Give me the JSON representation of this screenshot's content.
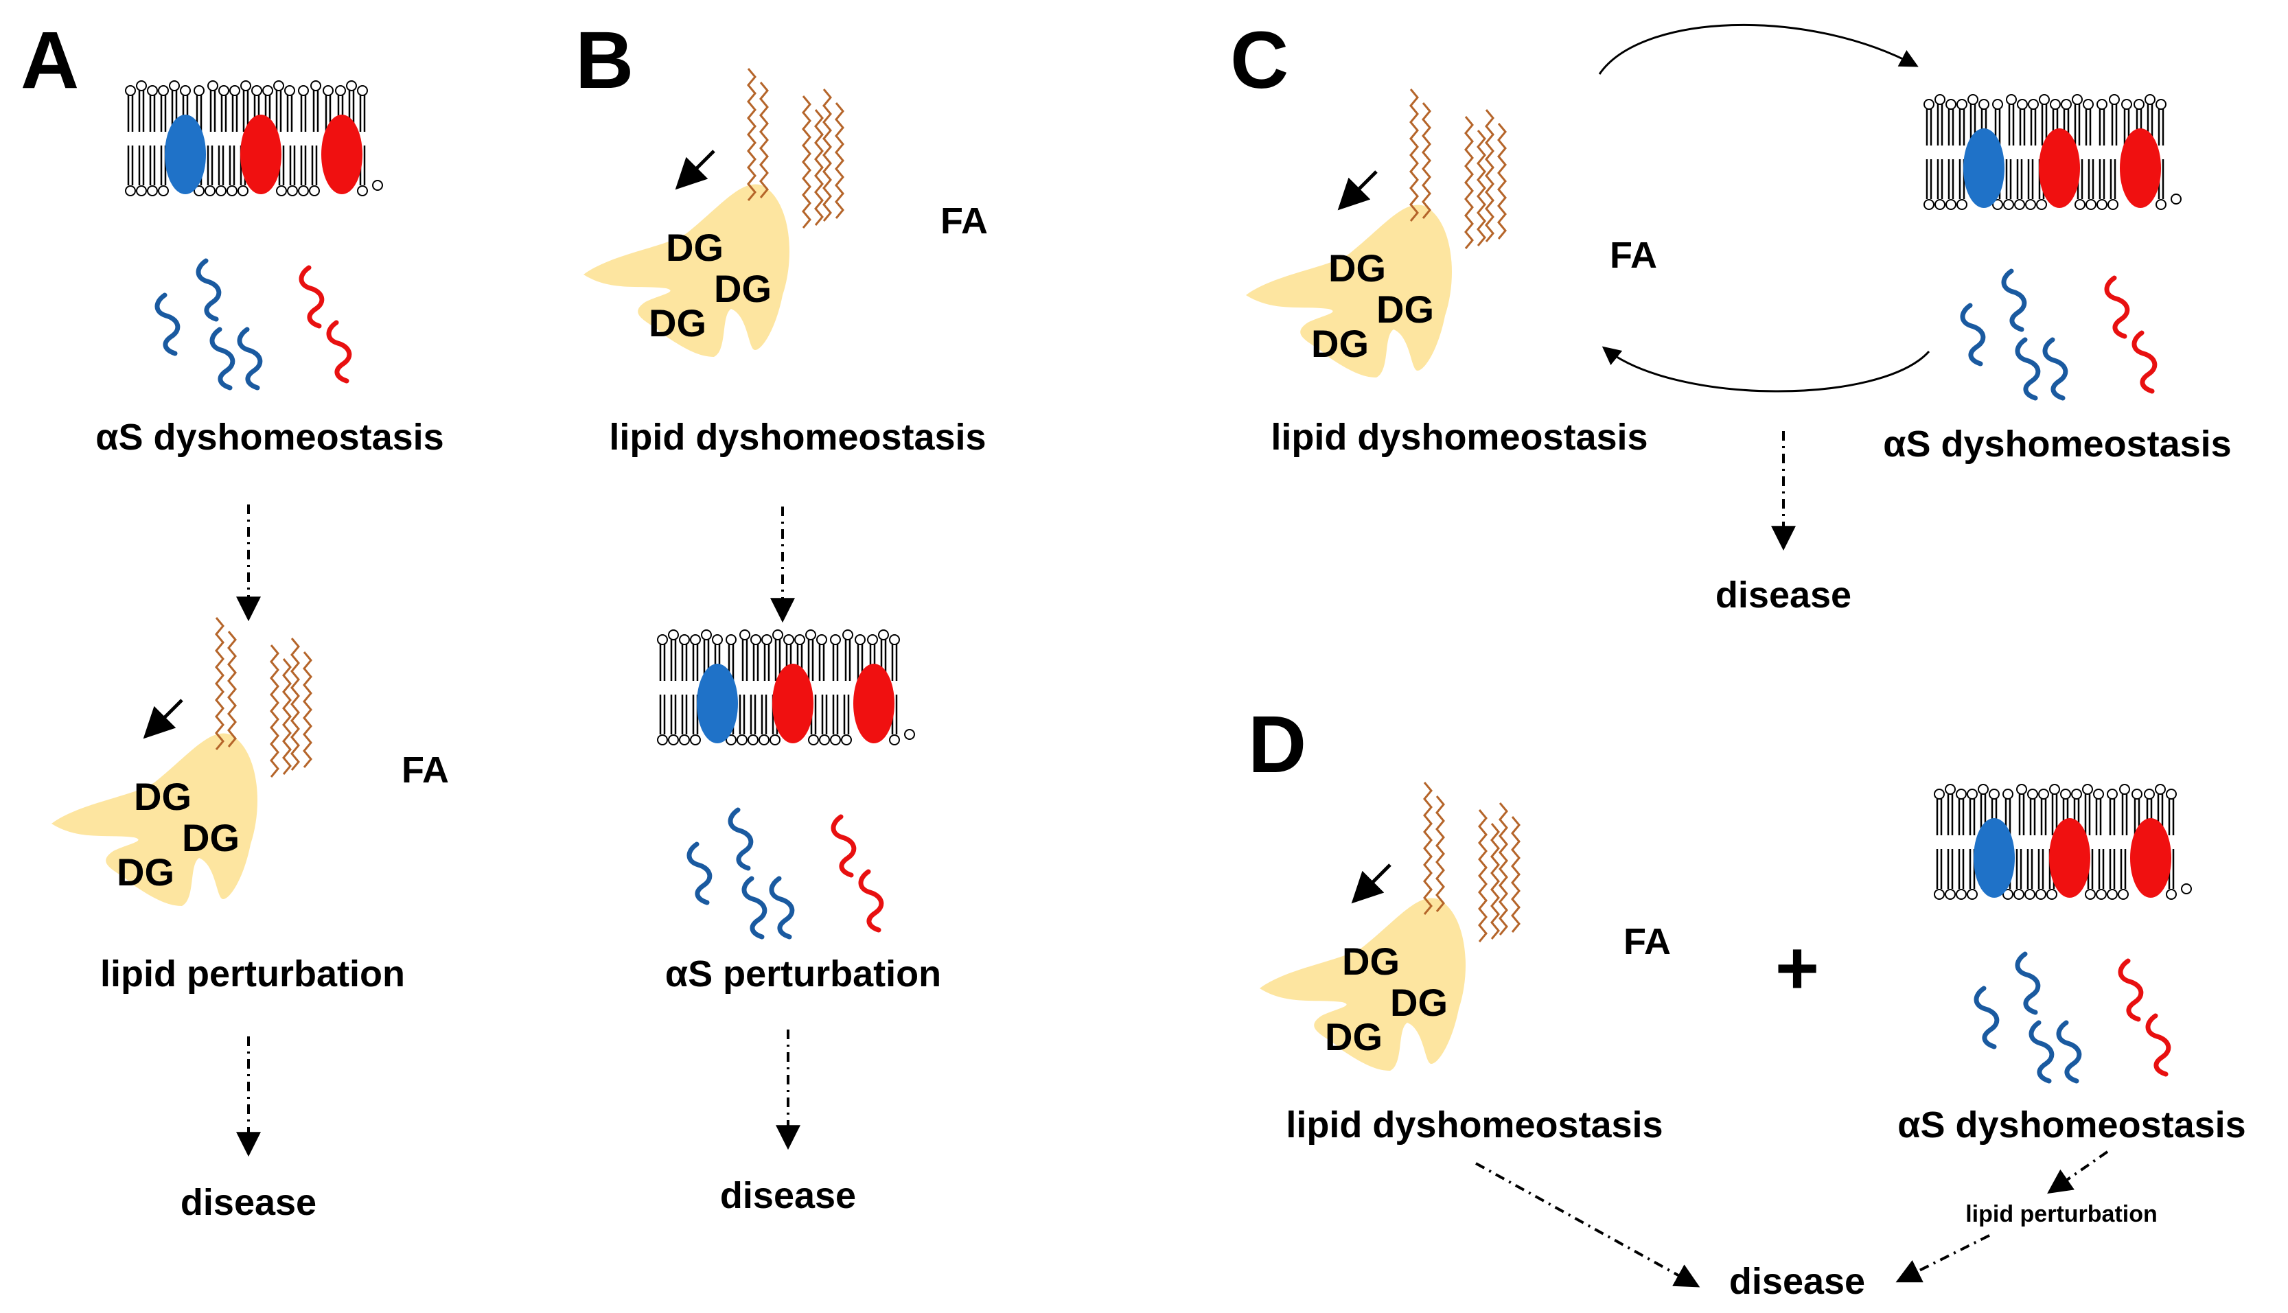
{
  "panels": [
    {
      "letter": "A",
      "labels": [
        "αS dyshomeostasis",
        "lipid perturbation",
        "disease"
      ]
    },
    {
      "letter": "B",
      "labels": [
        "lipid dyshomeostasis",
        "αS perturbation",
        "disease"
      ]
    },
    {
      "letter": "C",
      "labels": [
        "lipid dyshomeostasis",
        "αS dyshomeostasis",
        "disease"
      ]
    },
    {
      "letter": "D",
      "labels": [
        "lipid dyshomeostasis",
        "αS dyshomeostasis",
        "lipid perturbation",
        "disease"
      ],
      "plus": "+"
    }
  ],
  "lipid_droplet": {
    "dg_label": "DG",
    "fa_label": "FA",
    "fill_color": "#fde5a0"
  },
  "membrane": {
    "protein_colors": [
      "#1f72c8",
      "#f01010",
      "#f01010"
    ]
  },
  "alpha_synuclein": {
    "colors": [
      "#1a5aa0",
      "#e81010"
    ]
  },
  "fatty_acid_color": "#b5652a"
}
